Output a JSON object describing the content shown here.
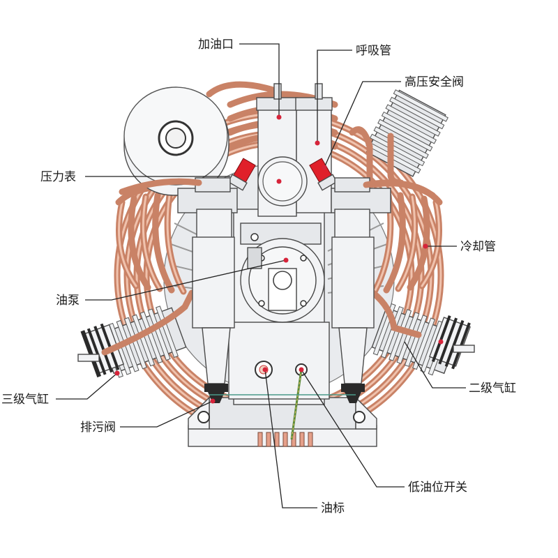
{
  "labels": {
    "oil_fill_port": "加油口",
    "breather_pipe": "呼吸管",
    "hp_safety_valve": "高压安全阀",
    "pressure_gauge": "压力表",
    "cooling_pipe": "冷却管",
    "oil_pump": "油泵",
    "third_stage_cylinder": "三级气缸",
    "second_stage_cylinder": "二级气缸",
    "drain_valve": "排污阀",
    "low_oil_switch": "低油位开关",
    "oil_gauge": "油标"
  },
  "colors": {
    "copper": "#c98266",
    "marker": "#d6243a",
    "valve_red": "#e0202a"
  }
}
